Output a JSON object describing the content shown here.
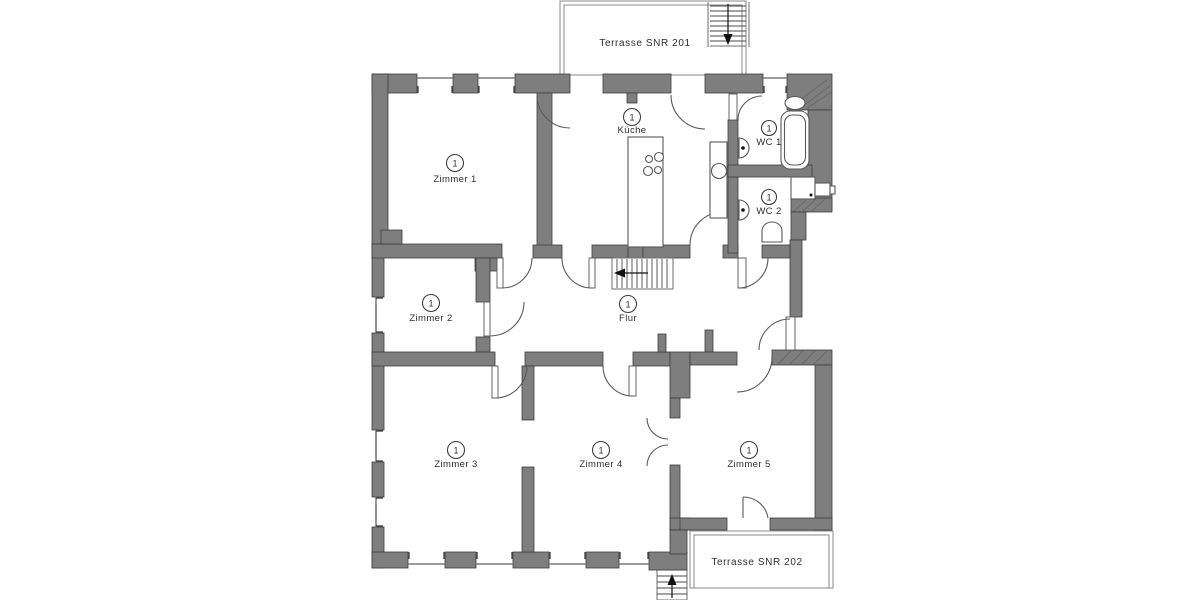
{
  "palette": {
    "wall": "#7e7e7e",
    "wall_outline": "#3d3d3d",
    "thin_line": "#6e6e6e",
    "text": "#2e2e2e",
    "background": "#ffffff"
  },
  "floorplan": {
    "terrace_top": {
      "label": "Terrasse SNR 201"
    },
    "terrace_bottom": {
      "label": "Terrasse SNR 202"
    },
    "rooms": [
      {
        "key": "zimmer1",
        "badge": "1",
        "label": "Zimmer 1"
      },
      {
        "key": "kueche",
        "badge": "1",
        "label": "Küche"
      },
      {
        "key": "wc1",
        "badge": "1",
        "label": "WC 1"
      },
      {
        "key": "wc2",
        "badge": "1",
        "label": "WC 2"
      },
      {
        "key": "zimmer2",
        "badge": "1",
        "label": "Zimmer 2"
      },
      {
        "key": "flur",
        "badge": "1",
        "label": "Flur"
      },
      {
        "key": "zimmer3",
        "badge": "1",
        "label": "Zimmer 3"
      },
      {
        "key": "zimmer4",
        "badge": "1",
        "label": "Zimmer 4"
      },
      {
        "key": "zimmer5",
        "badge": "1",
        "label": "Zimmer 5"
      }
    ]
  }
}
